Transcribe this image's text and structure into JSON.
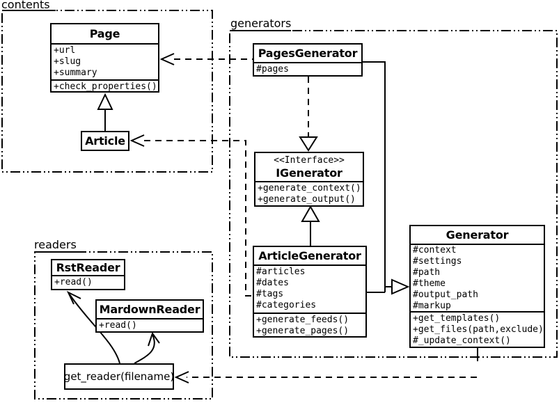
{
  "packages": {
    "contents": {
      "label": "contents"
    },
    "generators": {
      "label": "generators"
    },
    "readers": {
      "label": "readers"
    }
  },
  "classes": {
    "page": {
      "title": "Page",
      "attributes": [
        "+url",
        "+slug",
        "+summary"
      ],
      "methods": [
        "+check_properties()"
      ]
    },
    "article": {
      "title": "Article"
    },
    "pages_generator": {
      "title": "PagesGenerator",
      "attributes": [
        "#pages"
      ]
    },
    "igenerator": {
      "stereotype": "<<Interface>>",
      "title": "IGenerator",
      "methods": [
        "+generate_context()",
        "+generate_output()"
      ]
    },
    "article_generator": {
      "title": "ArticleGenerator",
      "attributes": [
        "#articles",
        "#dates",
        "#tags",
        "#categories"
      ],
      "methods": [
        "+generate_feeds()",
        "+generate_pages()"
      ]
    },
    "generator": {
      "title": "Generator",
      "attributes": [
        "#context",
        "#settings",
        "#path",
        "#theme",
        "#output_path",
        "#markup"
      ],
      "methods": [
        "+get_templates()",
        "+get_files(path,exclude)",
        "#_update_context()"
      ]
    },
    "rst_reader": {
      "title": "RstReader",
      "methods": [
        "+read()"
      ]
    },
    "mardown_reader": {
      "title": "MardownReader",
      "methods": [
        "+read()"
      ]
    },
    "get_reader": {
      "title": "get_reader(filename)"
    }
  },
  "relationships": [
    {
      "from": "Article",
      "to": "Page",
      "type": "inheritance"
    },
    {
      "from": "PagesGenerator",
      "to": "Page",
      "type": "dashed-dependency"
    },
    {
      "from": "ArticleGenerator",
      "to": "Article",
      "type": "dashed-dependency"
    },
    {
      "from": "PagesGenerator",
      "to": "IGenerator",
      "type": "realization"
    },
    {
      "from": "ArticleGenerator",
      "to": "IGenerator",
      "type": "inheritance"
    },
    {
      "from": "PagesGenerator",
      "to": "Generator",
      "type": "inheritance"
    },
    {
      "from": "ArticleGenerator",
      "to": "Generator",
      "type": "inheritance"
    },
    {
      "from": "Generator",
      "to": "get_reader(filename)",
      "type": "dashed-dependency"
    },
    {
      "from": "get_reader(filename)",
      "to": "RstReader",
      "type": "arrow"
    },
    {
      "from": "get_reader(filename)",
      "to": "MardownReader",
      "type": "arrow"
    }
  ],
  "colors": {
    "line": "#000000",
    "background": "#ffffff"
  }
}
